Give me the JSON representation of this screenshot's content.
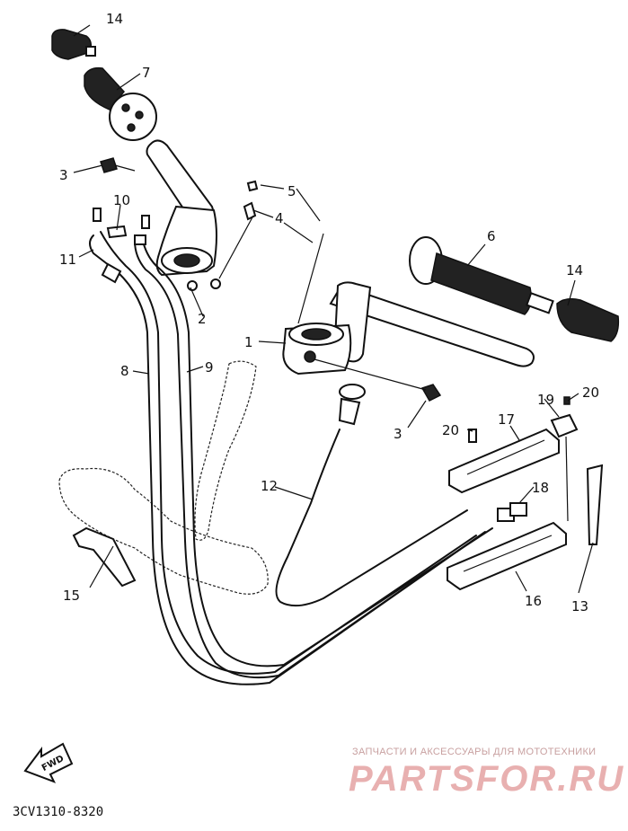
{
  "diagram": {
    "part_labels": {
      "p1": "1",
      "p2": "2",
      "p3a": "3",
      "p3b": "3",
      "p4": "4",
      "p5": "5",
      "p6": "6",
      "p7": "7",
      "p8": "8",
      "p9": "9",
      "p10": "10",
      "p11": "11",
      "p12": "12",
      "p13": "13",
      "p14a": "14",
      "p14b": "14",
      "p15": "15",
      "p16": "16",
      "p17": "17",
      "p18": "18",
      "p19": "19",
      "p20a": "20",
      "p20b": "20"
    },
    "fwd_label": "FWD",
    "drawing_code": "3CV1310-8320"
  },
  "watermark": {
    "caption": "ЗАПЧАСТИ И АКСЕССУАРЫ ДЛЯ МОТОТЕХНИКИ",
    "logo": "PARTSFOR.RU"
  }
}
